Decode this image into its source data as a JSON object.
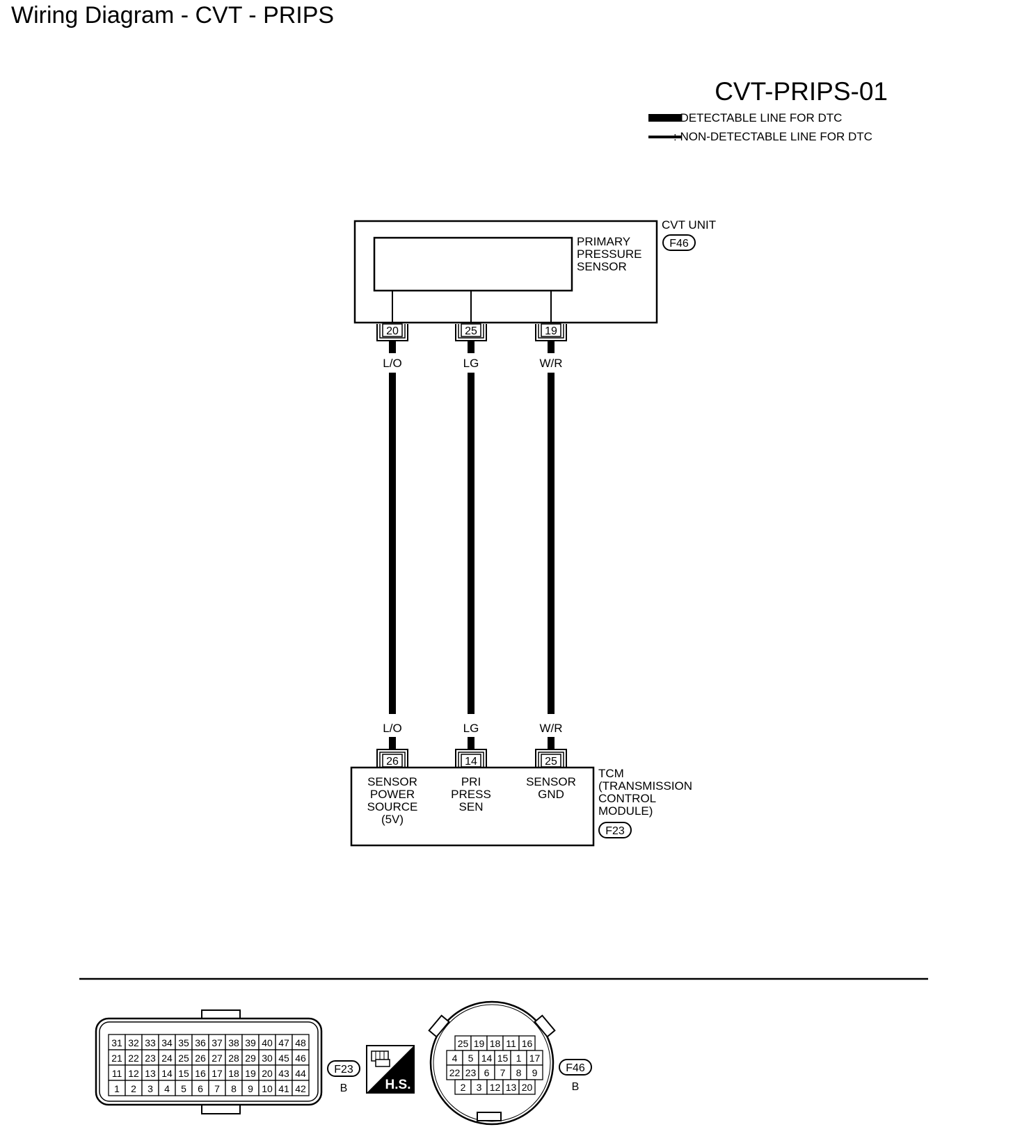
{
  "title": "Wiring Diagram - CVT - PRIPS",
  "diagram_code": "CVT-PRIPS-01",
  "legend": {
    "detectable": ": DETECTABLE LINE FOR DTC",
    "non_detectable": ": NON-DETECTABLE LINE FOR DTC"
  },
  "cvt_unit": {
    "name": "CVT UNIT",
    "connector": "F46",
    "sensor_label": [
      "PRIMARY",
      "PRESSURE",
      "SENSOR"
    ],
    "pins": [
      "20",
      "25",
      "19"
    ]
  },
  "wires": {
    "colors": [
      "L/O",
      "LG",
      "W/R"
    ]
  },
  "tcm": {
    "name_lines": [
      "TCM",
      "(TRANSMISSION",
      "CONTROL",
      "MODULE)"
    ],
    "connector": "F23",
    "pins": [
      "26",
      "14",
      "25"
    ],
    "terminals": [
      [
        "SENSOR",
        "POWER",
        "SOURCE",
        "(5V)"
      ],
      [
        "PRI",
        "PRESS",
        "SEN"
      ],
      [
        "SENSOR",
        "GND"
      ]
    ]
  },
  "connector_views": {
    "f23": {
      "id": "F23",
      "color": "B",
      "rows": [
        [
          "31",
          "32",
          "33",
          "34",
          "35",
          "36",
          "37",
          "38",
          "39",
          "40",
          "47",
          "48"
        ],
        [
          "21",
          "22",
          "23",
          "24",
          "25",
          "26",
          "27",
          "28",
          "29",
          "30",
          "45",
          "46"
        ],
        [
          "11",
          "12",
          "13",
          "14",
          "15",
          "16",
          "17",
          "18",
          "19",
          "20",
          "43",
          "44"
        ],
        [
          "1",
          "2",
          "3",
          "4",
          "5",
          "6",
          "7",
          "8",
          "9",
          "10",
          "41",
          "42"
        ]
      ]
    },
    "hs": {
      "label": "H.S."
    },
    "f46": {
      "id": "F46",
      "color": "B",
      "rows": [
        [
          "25",
          "19",
          "18",
          "11",
          "16"
        ],
        [
          "4",
          "5",
          "14",
          "15",
          "1",
          "17"
        ],
        [
          "22",
          "23",
          "6",
          "7",
          "8",
          "9"
        ],
        [
          "2",
          "3",
          "12",
          "13",
          "20"
        ]
      ]
    }
  }
}
